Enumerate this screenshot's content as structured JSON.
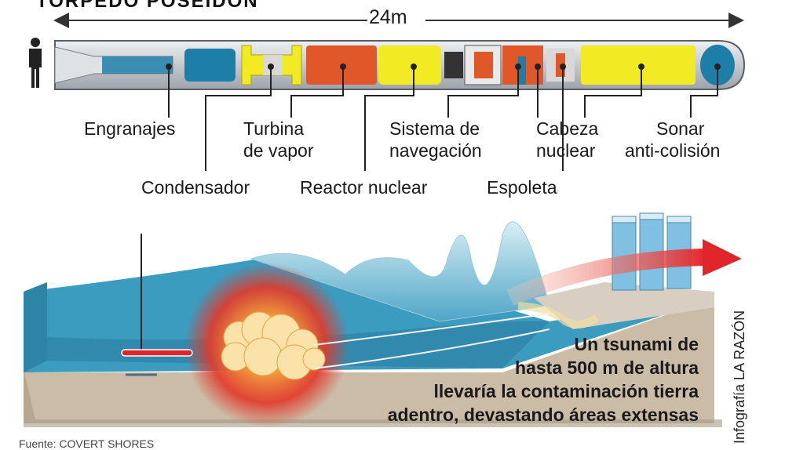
{
  "title": "TORPEDO POSEIDÓN",
  "length_label": "24m",
  "components": {
    "engranajes": "Engranajes",
    "turbina_1": "Turbina",
    "turbina_2": "de vapor",
    "condensador": "Condensador",
    "reactor": "Reactor nuclear",
    "navegacion_1": "Sistema de",
    "navegacion_2": "navegación",
    "espoleta": "Espoleta",
    "cabeza_1": "Cabeza",
    "cabeza_2": "nuclear",
    "sonar_1": "Sonar",
    "sonar_2": "anti-colisión"
  },
  "caption": {
    "line1": "Un tsunami de",
    "line2": "hasta 500 m de altura",
    "line3": "llevaría la contaminación tierra",
    "line4": "adentro, devastando áreas extensas"
  },
  "credit": "Infografía LA RAZÓN",
  "source": "Fuente: COVERT SHORES",
  "colors": {
    "yellow": "#f2ea22",
    "orange": "#e0572a",
    "blue": "#1d7fa8",
    "hull": "#c9ccd0",
    "water": "#3b9cc0",
    "land": "#cbbca7",
    "arrow": "#e0262a"
  }
}
